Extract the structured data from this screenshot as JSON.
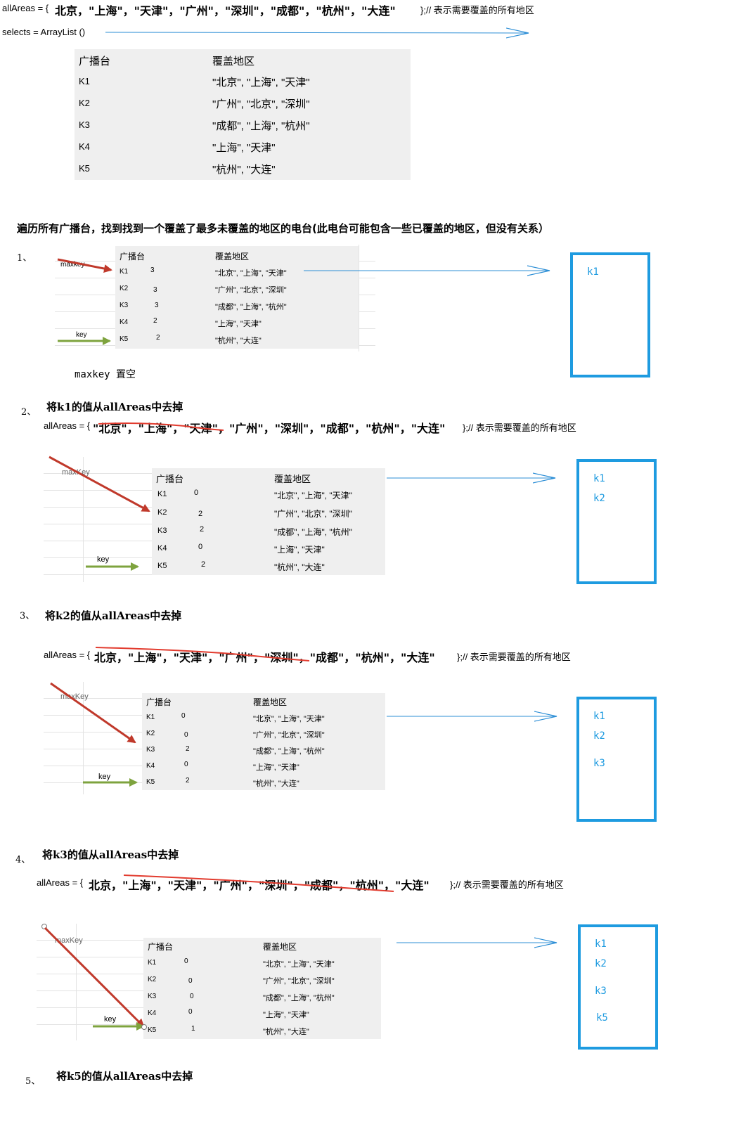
{
  "intro": {
    "allareas_label": "allAreas = {",
    "allareas_values": "北京，\"上海\"，\"天津\"，\"广州\"，\"深圳\"，\"成都\"，\"杭州\"，\"大连\"",
    "allareas_comment": "};// 表示需要覆盖的所有地区",
    "selects_label": "selects  = ArrayList ()"
  },
  "main_table": {
    "headers": [
      "广播台",
      "覆盖地区"
    ],
    "rows": [
      [
        "K1",
        "\"北京\", \"上海\", \"天津\""
      ],
      [
        "K2",
        "\"广州\", \"北京\", \"深圳\""
      ],
      [
        "K3",
        "\"成都\", \"上海\", \"杭州\""
      ],
      [
        "K4",
        "\"上海\", \"天津\""
      ],
      [
        "K5",
        "\"杭州\", \"大连\""
      ]
    ]
  },
  "heading": "遍历所有广播台，找到找到一个覆盖了最多未覆盖的地区的电台(此电台可能包含一些已覆盖的地区，但没有关系）",
  "labels": {
    "maxkey_lower": "maxkey",
    "maxkey_upper": "maxKey",
    "key": "key",
    "maxkey_reset": "maxkey 置空"
  },
  "steps": [
    {
      "num": "1、",
      "counts": [
        "3",
        "3",
        "3",
        "2",
        "2"
      ],
      "selected": [
        "k1"
      ]
    },
    {
      "num": "2、",
      "title": "将k1的值从allAreas中去掉",
      "allareas_label": "allAreas = {",
      "allareas_values": "\"北京\"，\"上海\"，\"天津\"，\"广州\"，\"深圳\"，\"成都\"，\"杭州\"，\"大连\"",
      "allareas_comment": "};// 表示需要覆盖的所有地区",
      "counts": [
        "0",
        "2",
        "2",
        "0",
        "2"
      ],
      "selected": [
        "k1",
        "k2"
      ]
    },
    {
      "num": "3、",
      "title": "将k2的值从allAreas中去掉",
      "allareas_label": "allAreas = {",
      "allareas_values": "北京，\"上海\"，\"天津\"，\"广州\"，\"深圳\"，\"成都\"，\"杭州\"，\"大连\"",
      "allareas_comment": "};// 表示需要覆盖的所有地区",
      "counts": [
        "0",
        "0",
        "2",
        "0",
        "2"
      ],
      "selected": [
        "k1",
        "k2",
        "k3"
      ]
    },
    {
      "num": "4、",
      "title": "将k3的值从allAreas中去掉",
      "allareas_label": "allAreas = {",
      "allareas_values": "北京，\"上海\"，\"天津\"，\"广州\"，\"深圳\"，\"成都\"，\"杭州\"，\"大连\"",
      "allareas_comment": "};// 表示需要覆盖的所有地区",
      "counts": [
        "0",
        "0",
        "0",
        "0",
        "1"
      ],
      "selected": [
        "k1",
        "k2",
        "k3",
        "k5"
      ]
    },
    {
      "num": "5、",
      "title": "将k5的值从allAreas中去掉"
    }
  ],
  "colors": {
    "box_border": "#1e9be0",
    "arrow_blue": "#2e8fd6",
    "arrow_red": "#c0392b",
    "arrow_green": "#7ea33e",
    "strike_red": "#e23b2e",
    "table_bg": "#efefef"
  }
}
